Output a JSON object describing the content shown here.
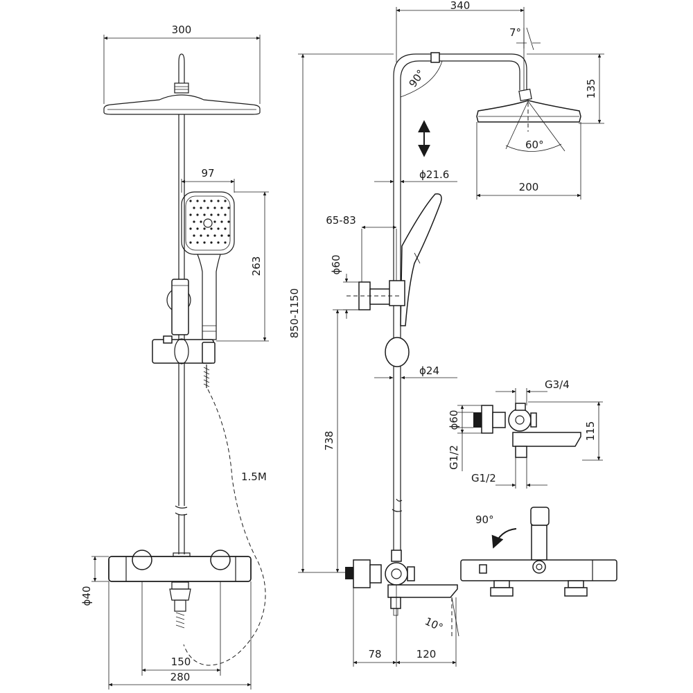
{
  "front_view": {
    "head_width": "300",
    "handshower_width": "97",
    "handshower_height": "263",
    "hose_length": "1.5M",
    "inlet_diameter": "ϕ40",
    "inlet_spacing": "150",
    "body_width": "280"
  },
  "side_view": {
    "arm_reach": "340",
    "tilt_angle": "7°",
    "arm_angle": "90°",
    "head_height": "135",
    "spray_angle": "60°",
    "head_diameter": "200",
    "pipe_upper": "ϕ21.6",
    "bracket_offset": "65-83",
    "bracket_diameter": "ϕ60",
    "height_range": "850-1150",
    "pipe_lower": "ϕ24",
    "valve_height": "738",
    "spout_angle": "10°",
    "wall_offset": "78",
    "spout_reach": "120"
  },
  "detail_view": {
    "outlet_thread": "G3/4",
    "flange_diameter": "ϕ60",
    "body_height": "115",
    "inlet_thread_left": "G1/2",
    "inlet_thread_bottom": "G1/2"
  },
  "rotation_view": {
    "rotation_angle": "90°"
  }
}
